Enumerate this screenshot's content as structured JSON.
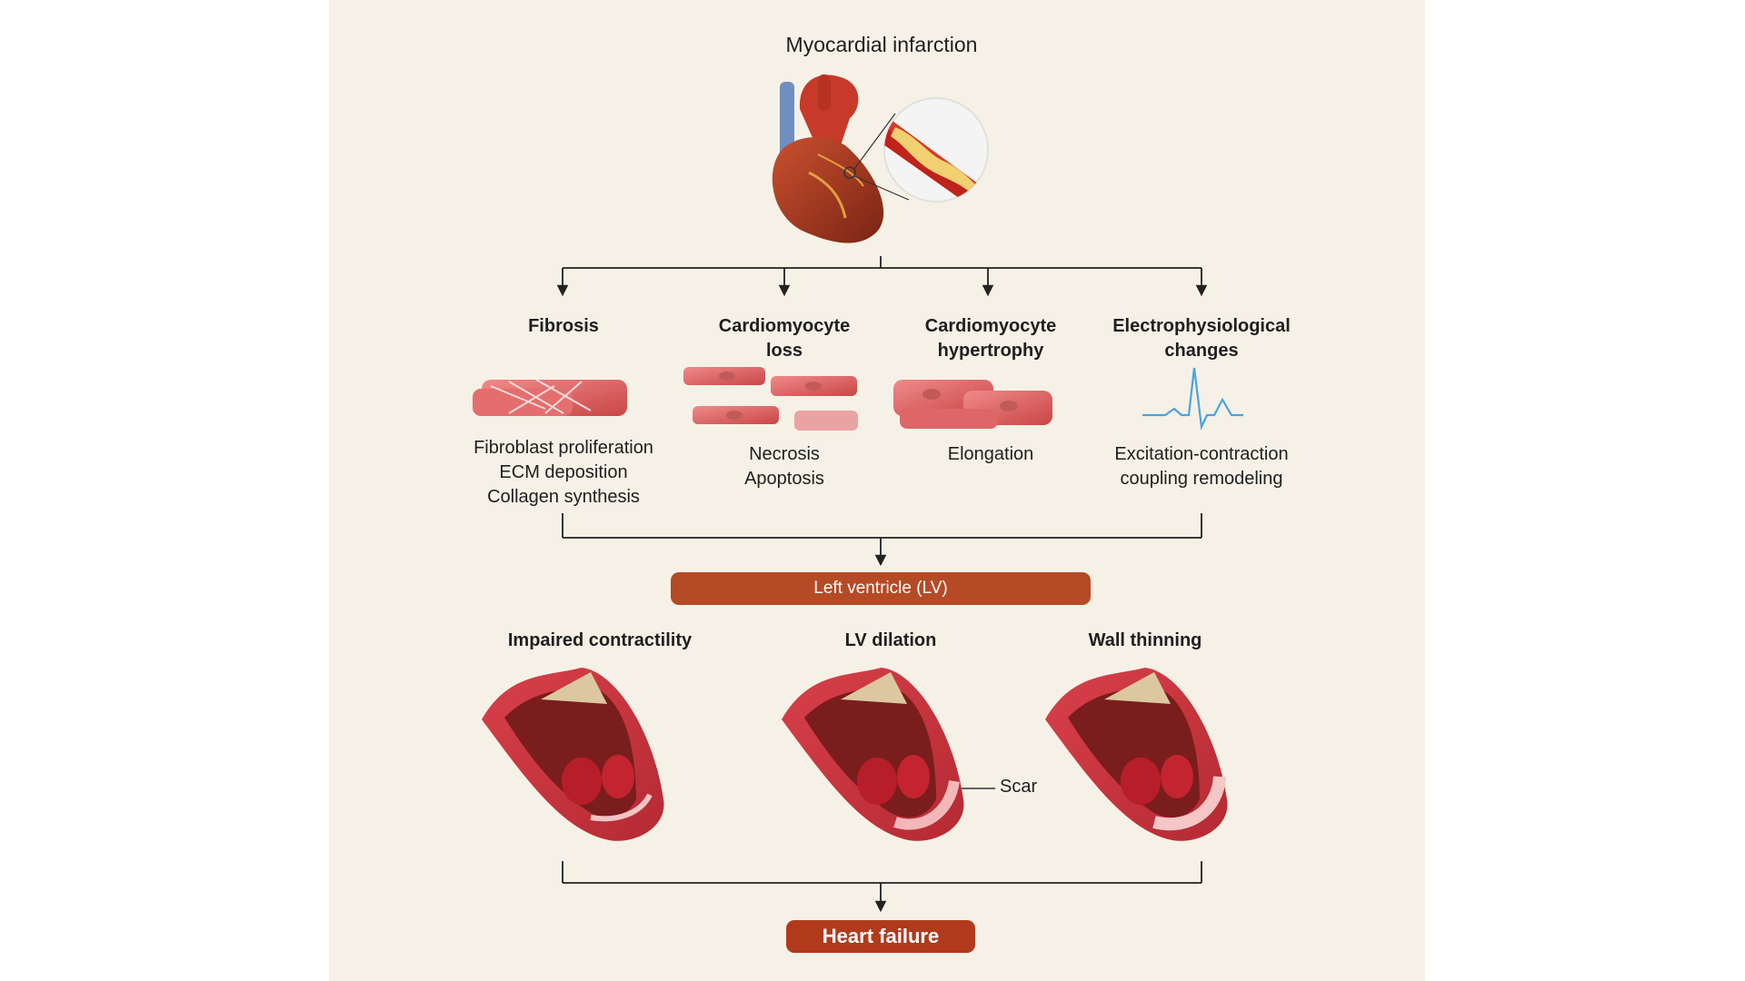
{
  "title": "Myocardial infarction",
  "columns": [
    {
      "heading": "Fibrosis",
      "lines": [
        "Fibroblast proliferation",
        "ECM deposition",
        "Collagen synthesis"
      ]
    },
    {
      "heading": "Cardiomyocyte loss",
      "lines": [
        "Necrosis",
        "Apoptosis"
      ]
    },
    {
      "heading": "Cardiomyocyte hypertrophy",
      "lines": [
        "Elongation"
      ]
    },
    {
      "heading": "Electrophysiological changes",
      "lines": [
        "Excitation-contraction",
        "coupling remodeling"
      ]
    }
  ],
  "lv_label": "Left ventricle (LV)",
  "outcomes": [
    {
      "heading": "Impaired contractility"
    },
    {
      "heading": "LV dilation"
    },
    {
      "heading": "Wall thinning"
    }
  ],
  "scar_label": "Scar",
  "final_label": "Heart failure",
  "colors": {
    "lv_pill": "#b54a26",
    "hf_pill": "#b13a1c",
    "ecg": "#4aa3e0",
    "muscle": "#d94a4a",
    "frame": "#f6f1e6"
  }
}
